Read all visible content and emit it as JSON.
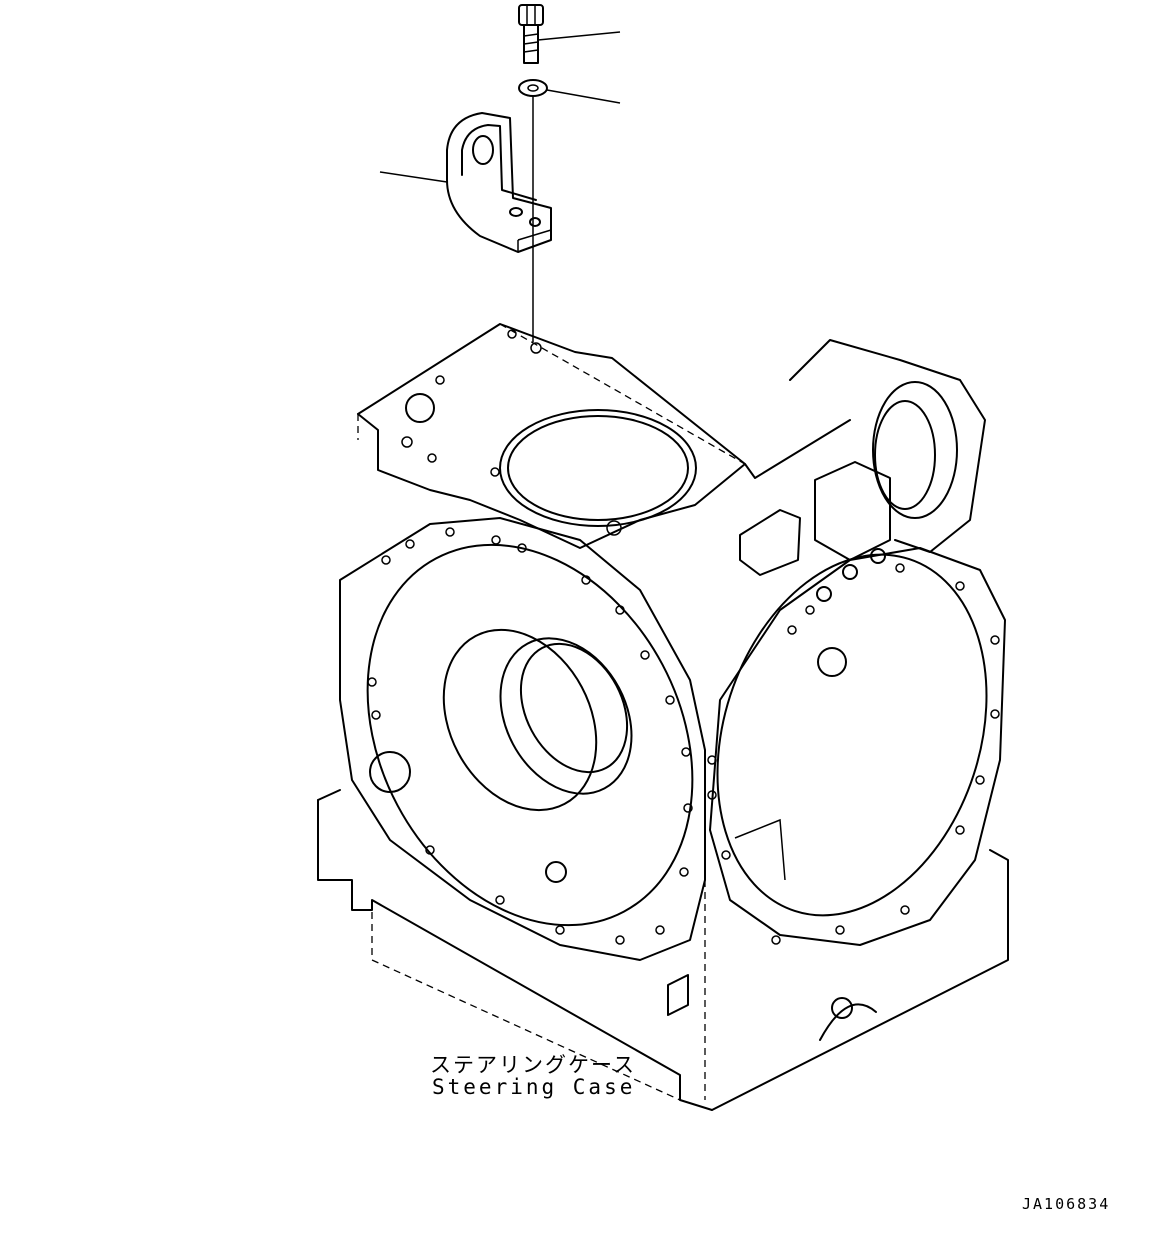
{
  "diagram": {
    "part_label_jp": "ステアリングケース",
    "part_label_en": "Steering Case",
    "drawing_code": "JA106834"
  },
  "style": {
    "line_color": "#000000",
    "background_color": "#ffffff"
  }
}
